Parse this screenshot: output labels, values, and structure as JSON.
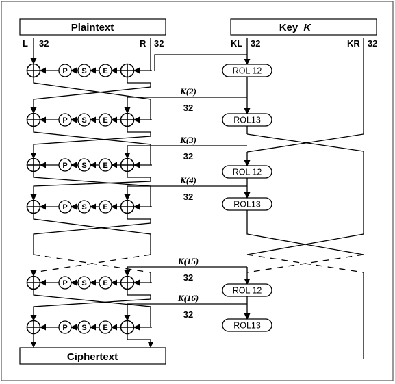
{
  "colors": {
    "line": "#000000",
    "background": "#ffffff",
    "frame": "#555555"
  },
  "header": {
    "plaintext": "Plaintext",
    "key": "Key",
    "key_symbol": "K",
    "ciphertext": "Ciphertext"
  },
  "inputs": {
    "L": "L",
    "L_bits": "32",
    "R": "R",
    "R_bits": "32",
    "KL": "KL",
    "KL_bits": "32",
    "KR": "KR",
    "KR_bits": "32"
  },
  "rounds": [
    {
      "subkey": "",
      "bits": "",
      "rotation": "ROL 12"
    },
    {
      "subkey": "K(2)",
      "bits": "32",
      "rotation": "ROL13"
    },
    {
      "subkey": "K(3)",
      "bits": "32",
      "rotation": "ROL 12"
    },
    {
      "subkey": "K(4)",
      "bits": "32",
      "rotation": "ROL13"
    },
    {
      "subkey": "K(15)",
      "bits": "32",
      "rotation": "ROL 12"
    },
    {
      "subkey": "K(16)",
      "bits": "32",
      "rotation": "ROL13"
    }
  ],
  "functions": [
    "P",
    "S",
    "E"
  ],
  "icons": [
    "xor-icon",
    "arrowhead-icon"
  ]
}
